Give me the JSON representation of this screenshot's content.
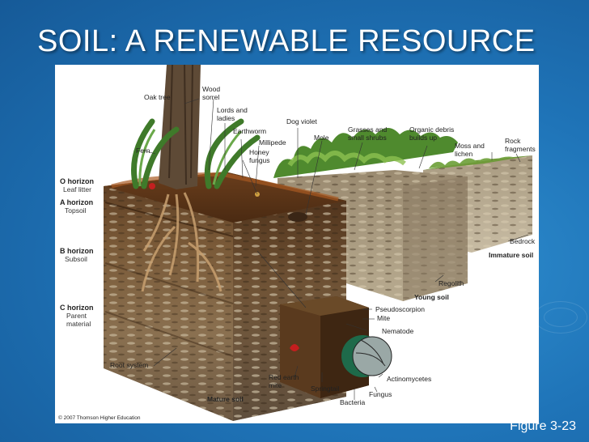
{
  "slide": {
    "title": "SOIL: A RENEWABLE RESOURCE",
    "figure_number": "Figure 3-23"
  },
  "figure": {
    "copyright": "© 2007 Thomson Higher Education",
    "horizons": [
      {
        "name": "O horizon",
        "desc": "Leaf litter"
      },
      {
        "name": "A horizon",
        "desc": "Topsoil"
      },
      {
        "name": "B horizon",
        "desc": "Subsoil"
      },
      {
        "name": "C horizon",
        "desc": "Parent\nmaterial"
      }
    ],
    "labels": {
      "oak_tree": "Oak tree",
      "wood_sorrel": "Wood\nsorrel",
      "lords_ladies": "Lords and\nladies",
      "earthworm": "Earthworm",
      "millipede": "Millipede",
      "honey_fungus": "Honey\nfungus",
      "fern": "Fern",
      "dog_violet": "Dog violet",
      "mole": "Mole",
      "grasses": "Grasses and\nsmall shrubs",
      "organic_debris": "Organic debris\nbuilds up",
      "moss_lichen": "Moss and\nlichen",
      "rock_fragments": "Rock\nfragments",
      "bedrock": "Bedrock",
      "immature_soil": "Immature soil",
      "regolith": "Regolith",
      "young_soil": "Young soil",
      "pseudoscorpion": "Pseudoscorpion",
      "mite": "Mite",
      "nematode": "Nematode",
      "root_system": "Root system",
      "red_earth_mite": "Red earth\nmite",
      "springtail": "Springtail",
      "actinomycetes": "Actinomycetes",
      "fungus": "Fungus",
      "bacteria": "Bacteria",
      "mature_soil": "Mature soil"
    }
  }
}
